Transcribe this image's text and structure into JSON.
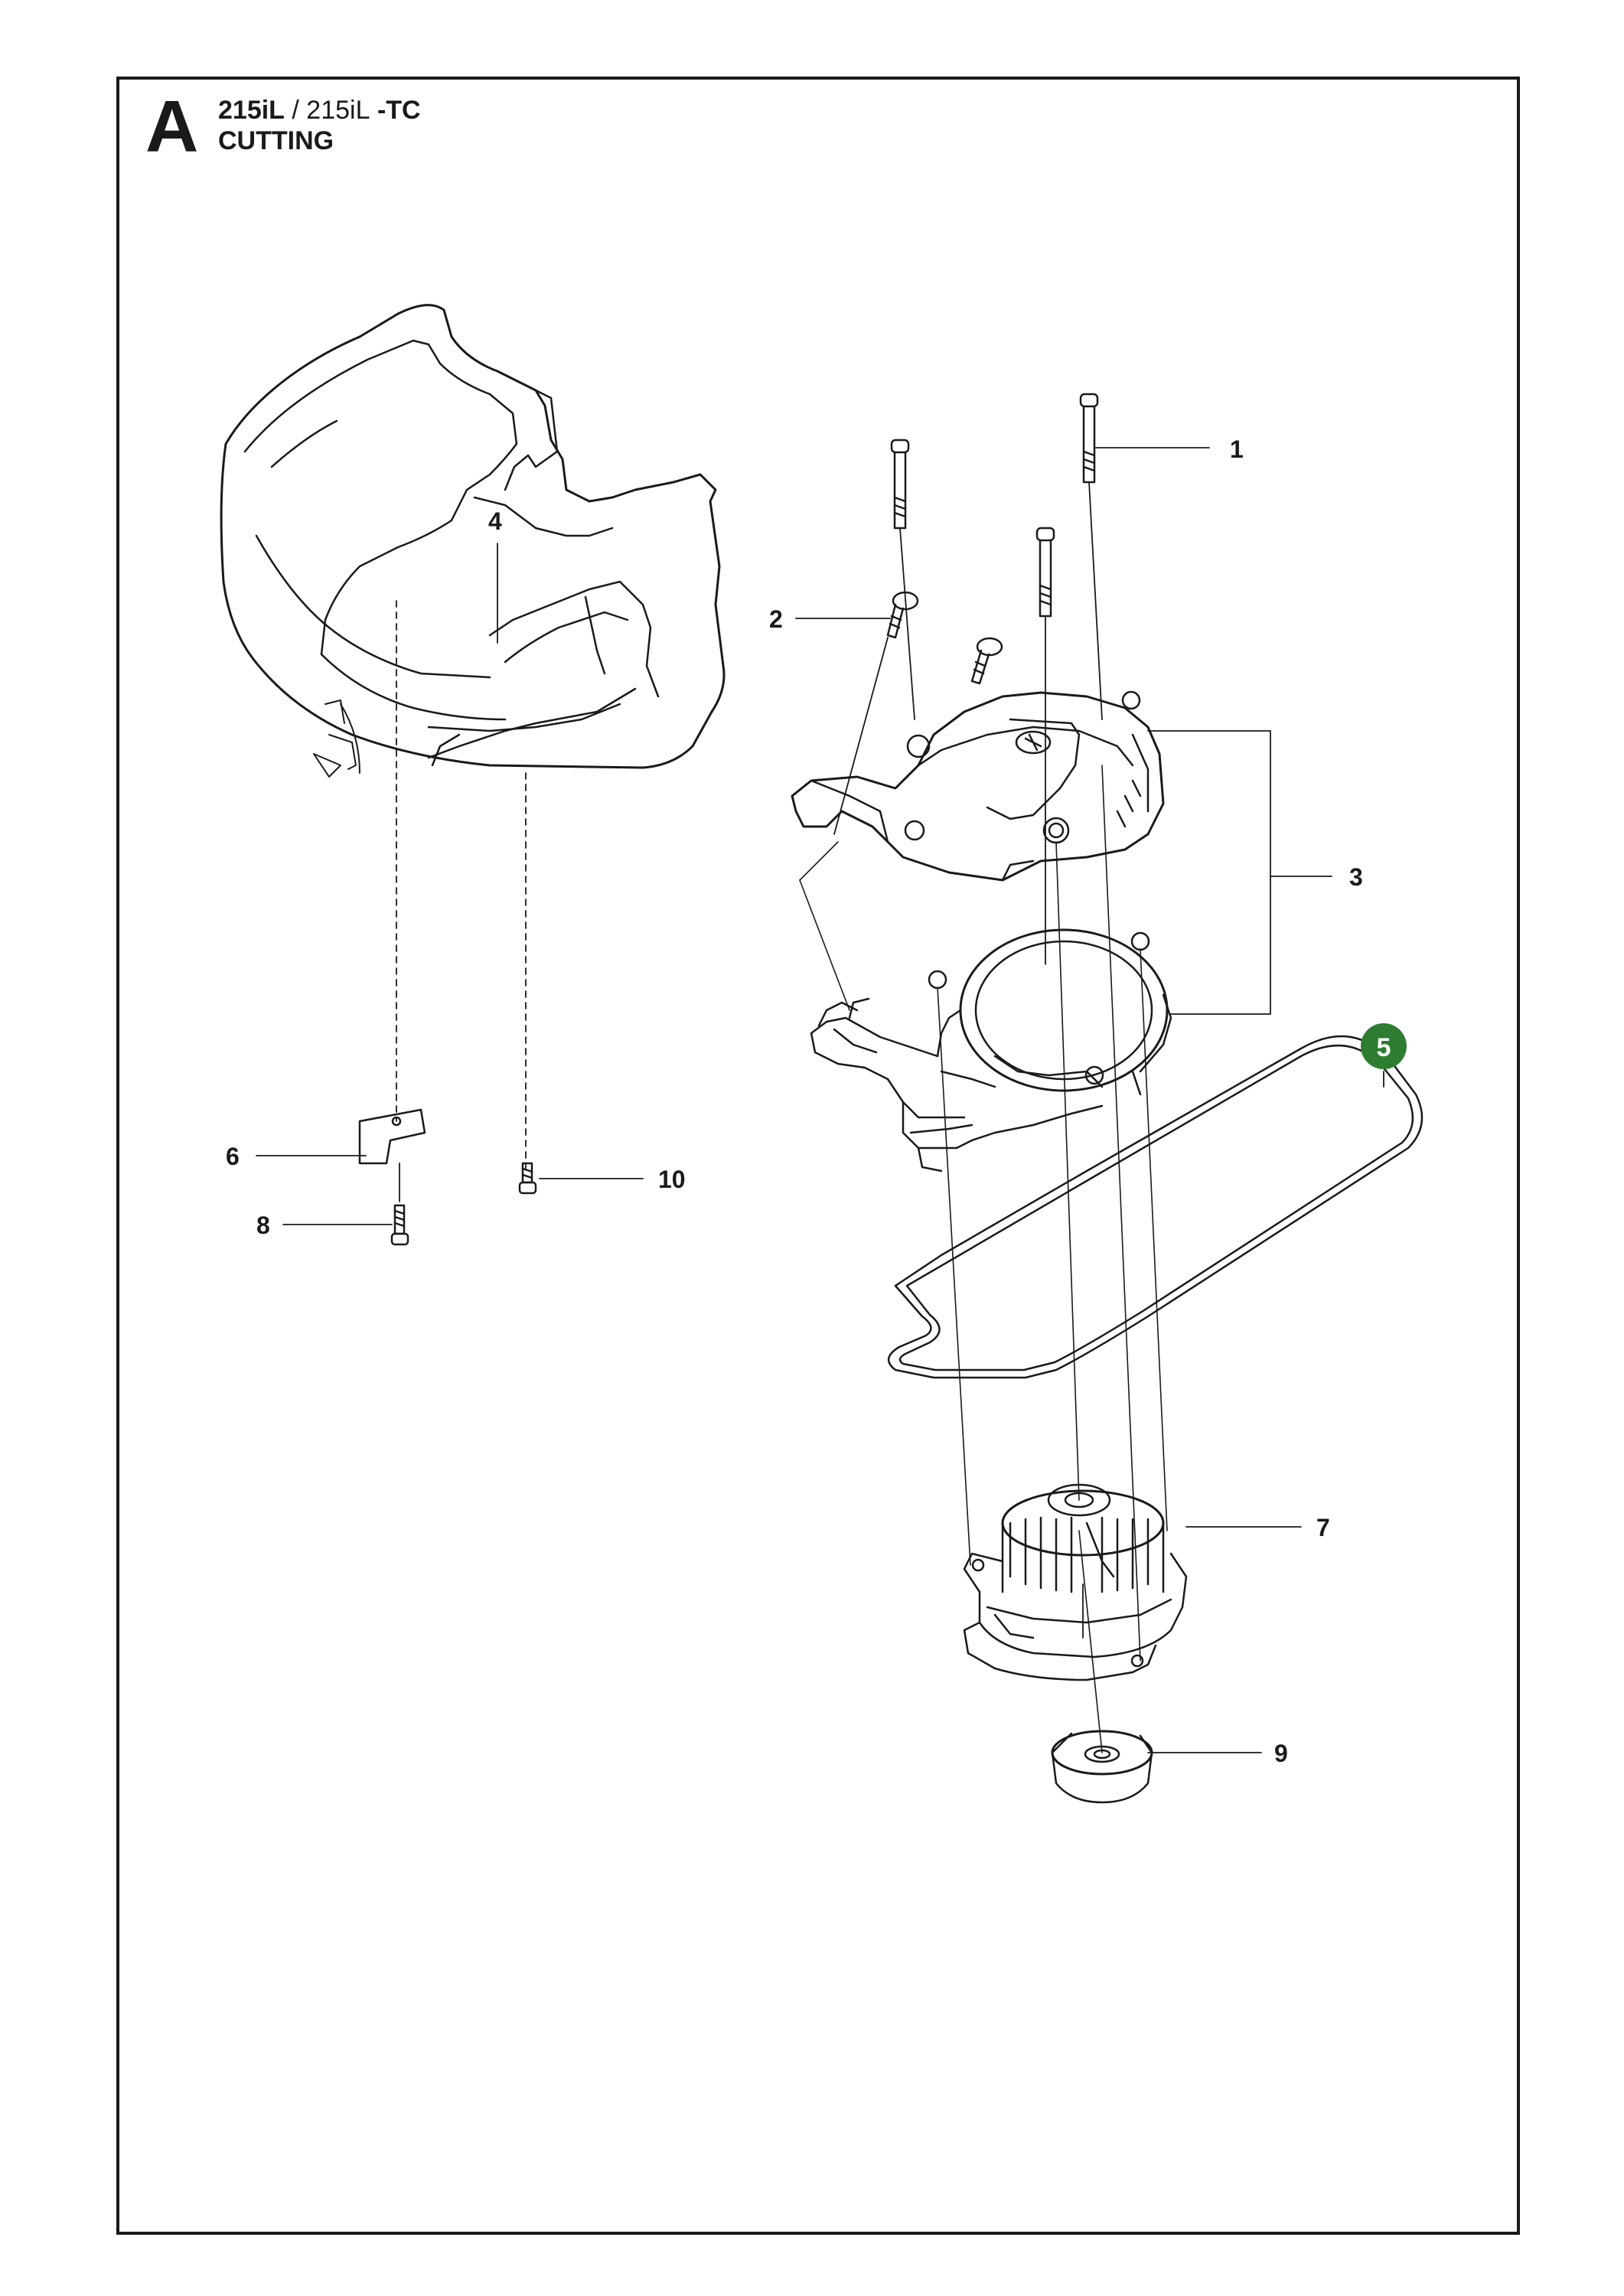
{
  "header": {
    "letter": "A",
    "model_bold": "215iL",
    "separator": " / ",
    "model_regular": "215iL",
    "suffix": " -TC",
    "section": "CUTTING"
  },
  "callouts": [
    {
      "id": "1",
      "label": "1",
      "part": "long-screw"
    },
    {
      "id": "2",
      "label": "2",
      "part": "screw"
    },
    {
      "id": "3",
      "label": "3",
      "part": "motor-housing"
    },
    {
      "id": "4",
      "label": "4",
      "part": "grass-guard"
    },
    {
      "id": "5",
      "label": "5",
      "part": "wire-loop",
      "highlighted": true
    },
    {
      "id": "6",
      "label": "6",
      "part": "line-cutter-blade"
    },
    {
      "id": "7",
      "label": "7",
      "part": "motor"
    },
    {
      "id": "8",
      "label": "8",
      "part": "screw"
    },
    {
      "id": "9",
      "label": "9",
      "part": "hub"
    },
    {
      "id": "10",
      "label": "10",
      "part": "screw"
    }
  ],
  "colors": {
    "ink": "#1a1a1a",
    "highlight": "#2e7d32"
  }
}
